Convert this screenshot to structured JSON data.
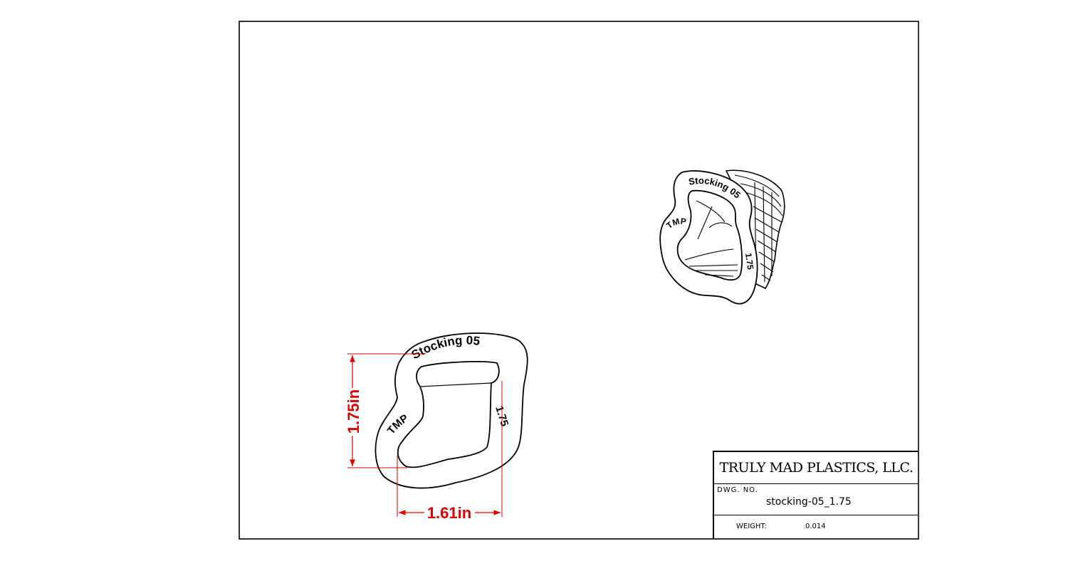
{
  "title_block": {
    "company": "TRULY MAD PLASTICS, LLC.",
    "dwg_no_label": "DWG. NO.",
    "dwg_no_value": "stocking-05_1.75",
    "weight_label": "WEIGHT:",
    "weight_value": "0.014"
  },
  "front_view": {
    "embossed_top": "Stocking 05",
    "embossed_left": "TMP",
    "embossed_right": "1.75",
    "dim_height": "1.75in",
    "dim_width": "1.61in"
  },
  "iso_view": {
    "embossed_top": "Stocking 05",
    "embossed_left": "TMP",
    "embossed_right": "1.75"
  },
  "colors": {
    "dimension": "#e00000",
    "line": "#000000",
    "background": "#ffffff"
  }
}
